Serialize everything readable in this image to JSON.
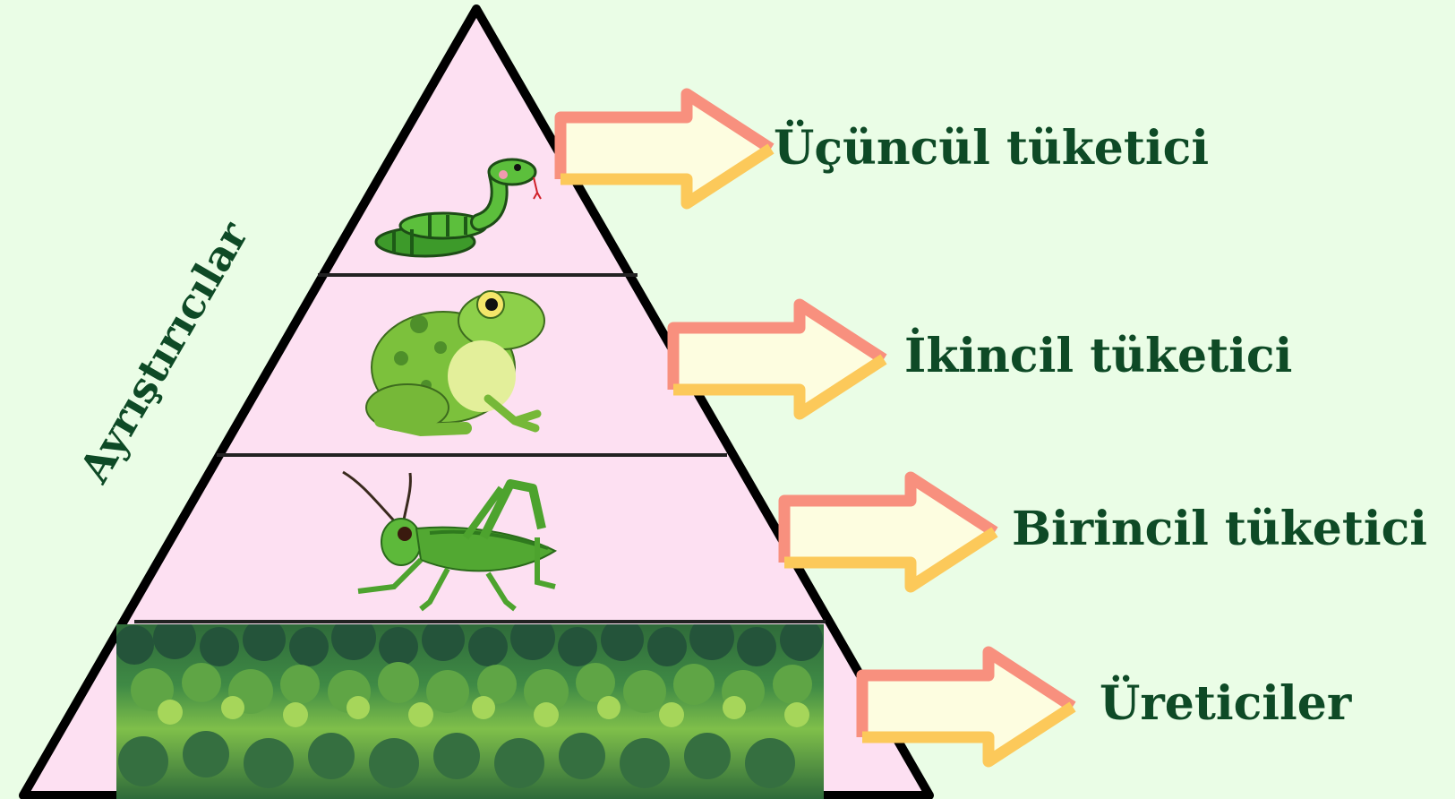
{
  "decomposers_label": "Ayrıştırıcılar",
  "levels": [
    {
      "label": "Üçüncül tüketici",
      "organism": "snake"
    },
    {
      "label": "İkincil tüketici",
      "organism": "frog"
    },
    {
      "label": "Birincil tüketici",
      "organism": "grasshopper"
    },
    {
      "label": "Üreticiler",
      "organism": "forest"
    }
  ],
  "colors": {
    "background": "#eafde6",
    "pyramid_fill": "#fde0f2",
    "pyramid_outline": "#000000",
    "arrow_top": "#f8907e",
    "arrow_bottom": "#fcc95a",
    "arrow_fill": "#fdfde0",
    "label_text": "#0e4a26"
  }
}
